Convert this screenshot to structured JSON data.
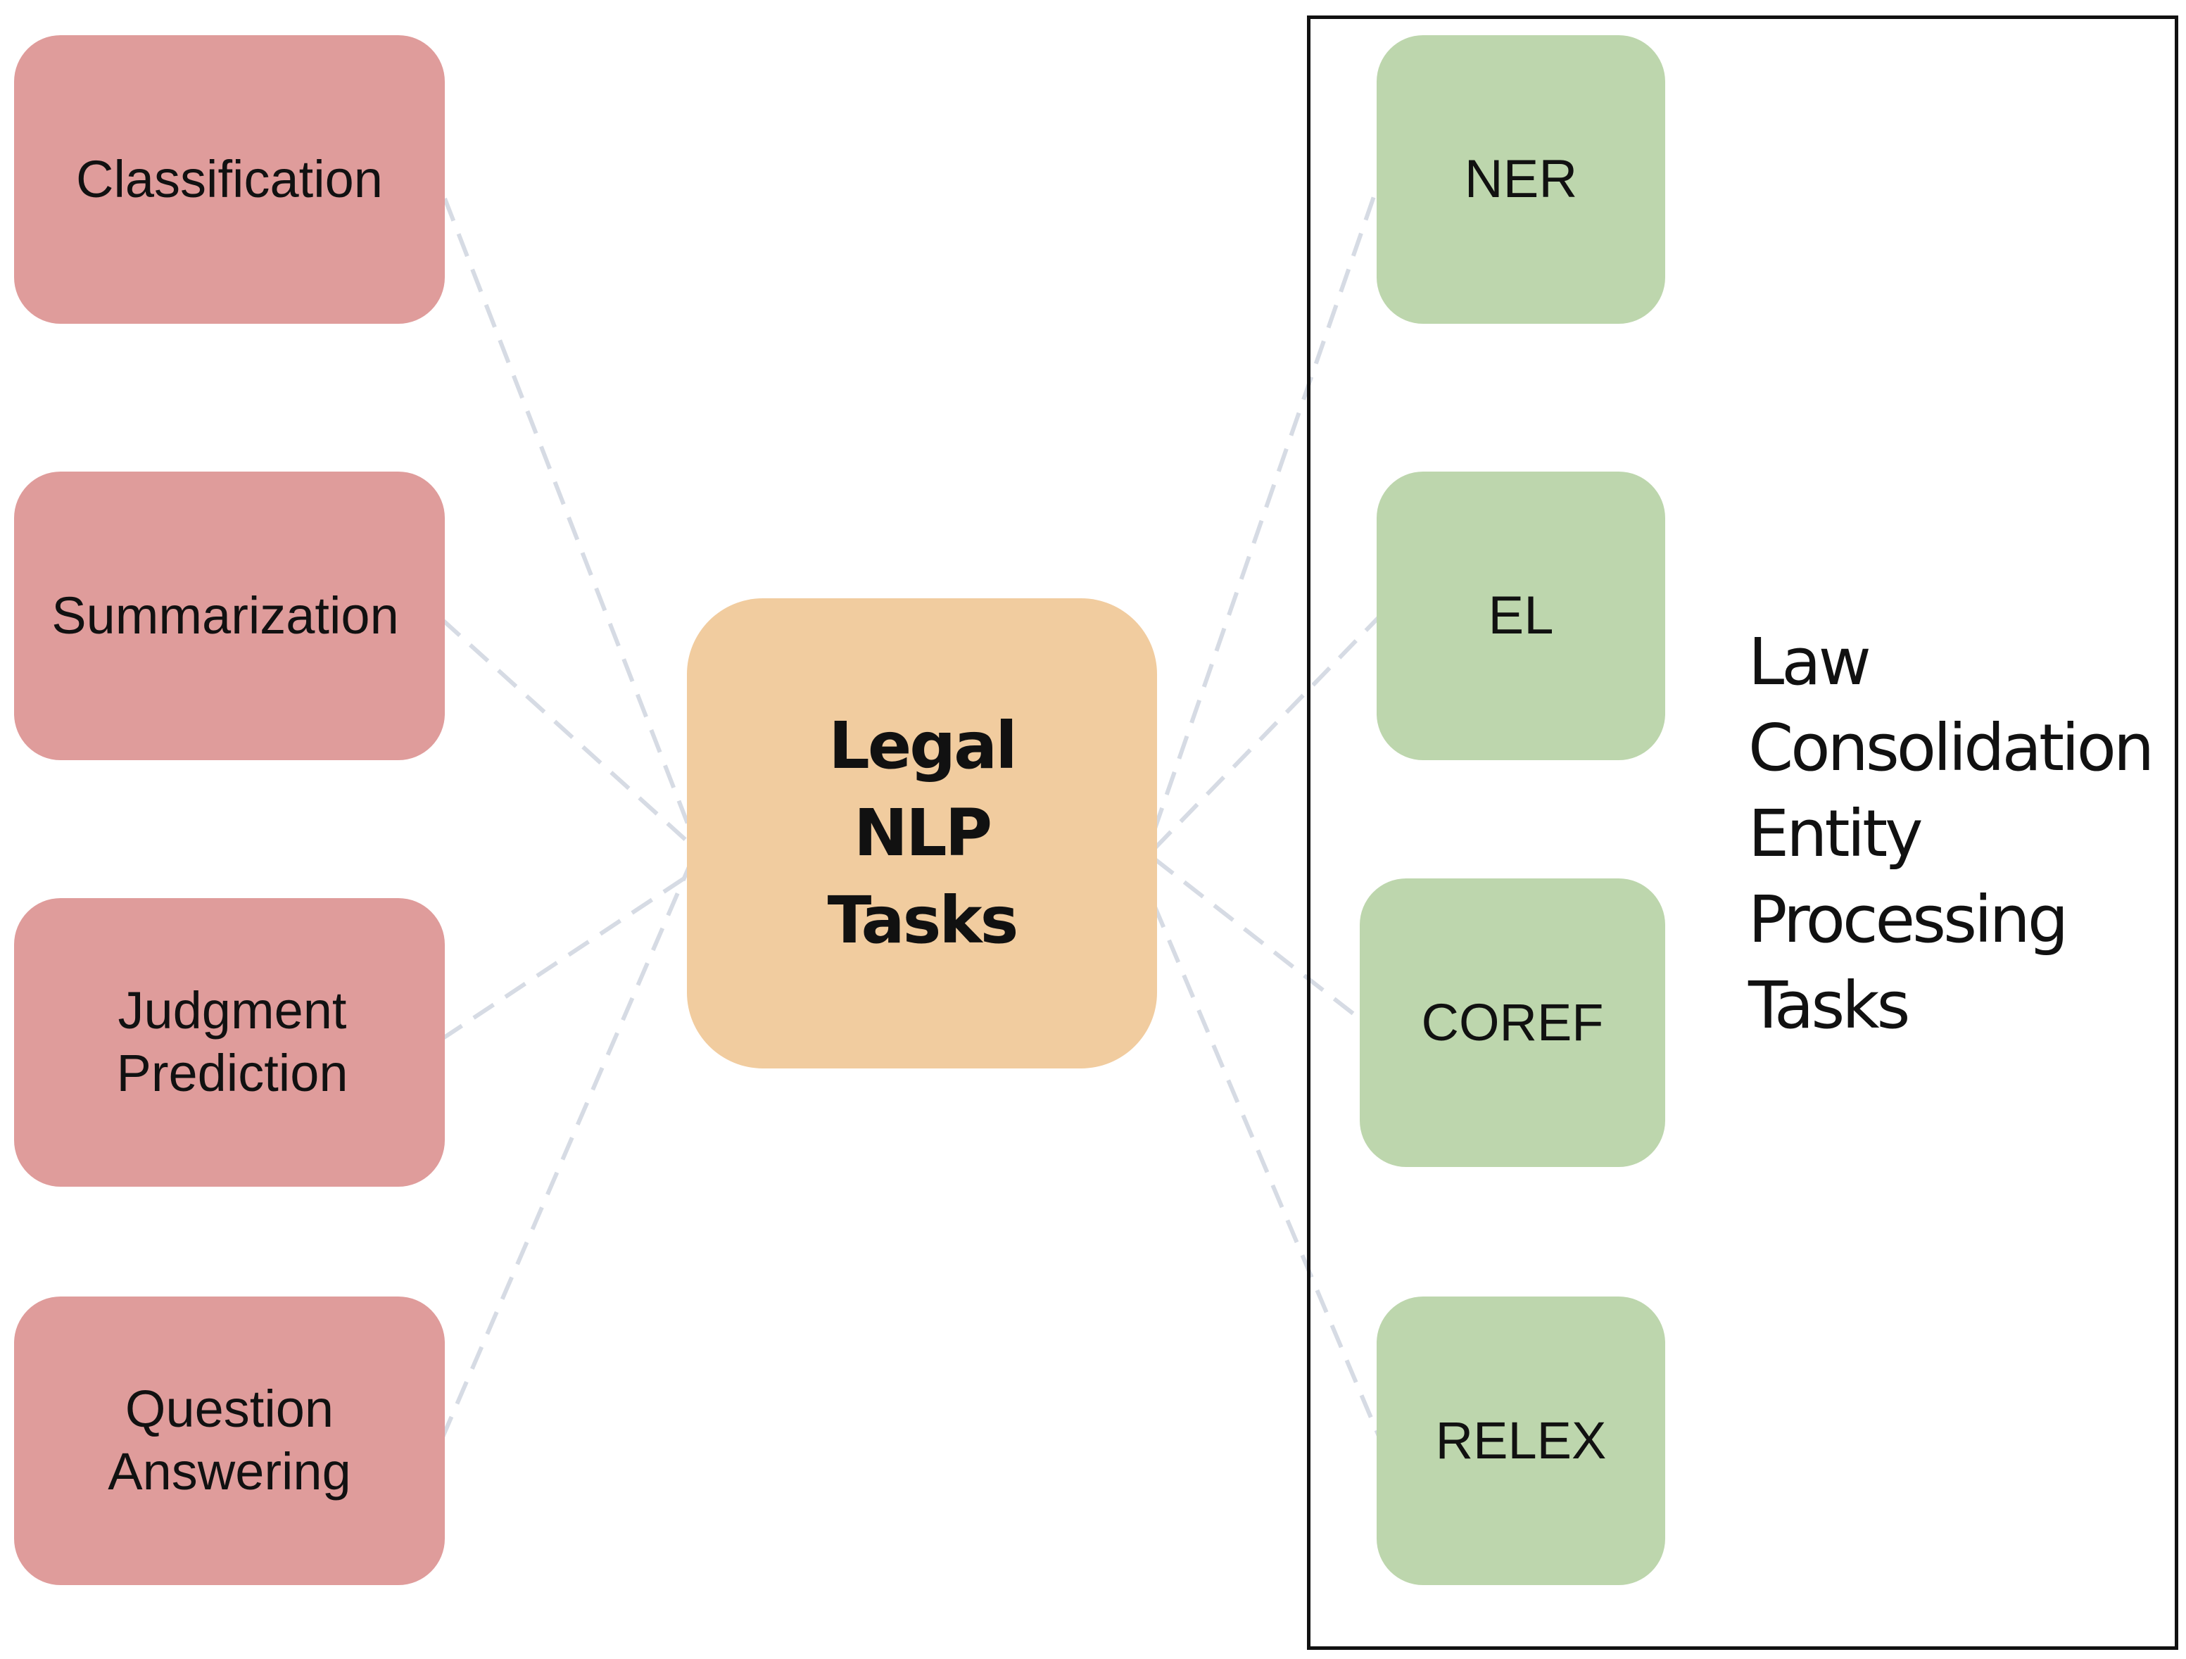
{
  "colors": {
    "left_box": "#df9c9b",
    "center_box": "#f1cc9f",
    "right_box": "#bdd6ad",
    "connector": "#d6dbe4",
    "frame": "#111111"
  },
  "center": {
    "lines": [
      "Legal",
      "NLP",
      "Tasks"
    ]
  },
  "left_tasks": [
    {
      "lines": [
        "Classification"
      ]
    },
    {
      "lines": [
        "Summarization"
      ]
    },
    {
      "lines": [
        "Judgment",
        "Prediction"
      ]
    },
    {
      "lines": [
        "Question",
        "Answering"
      ]
    }
  ],
  "right_tasks": [
    {
      "label": "NER"
    },
    {
      "label": "EL"
    },
    {
      "label": "COREF"
    },
    {
      "label": "RELEX"
    }
  ],
  "group_label": {
    "lines": [
      "Law",
      "Consolidation",
      "Entity",
      "Processing",
      "Tasks"
    ]
  }
}
